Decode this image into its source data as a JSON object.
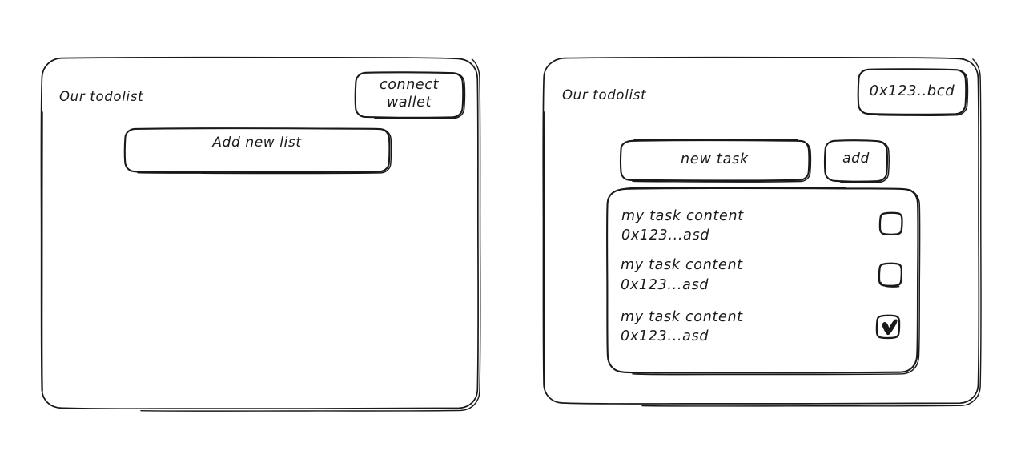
{
  "canvas": {
    "background": "#ffffff",
    "ink": "#19191c",
    "style": "hand-drawn-wireframe"
  },
  "panels": [
    {
      "id": "disconnected-state",
      "name": "left-panel",
      "title": "Our todolist",
      "wallet_button": {
        "line1": "connect",
        "line2": "wallet",
        "label": "connect wallet"
      },
      "primary_button": {
        "label": "Add new list"
      }
    },
    {
      "id": "connected-state",
      "name": "right-panel",
      "title": "Our todolist",
      "wallet_chip": {
        "label": "0x123..bcd"
      },
      "new_task_input": {
        "value": "new task",
        "placeholder": "new task"
      },
      "add_button": {
        "label": "add"
      },
      "task_list": {
        "items": [
          {
            "content": "my task content",
            "owner": "0x123...asd",
            "checked": false,
            "checkbox_icon": "checkbox-empty-icon"
          },
          {
            "content": "my task content",
            "owner": "0x123...asd",
            "checked": false,
            "checkbox_icon": "checkbox-empty-icon"
          },
          {
            "content": "my task content",
            "owner": "0x123...asd",
            "checked": true,
            "checkbox_icon": "checkbox-checked-icon"
          }
        ]
      }
    }
  ]
}
